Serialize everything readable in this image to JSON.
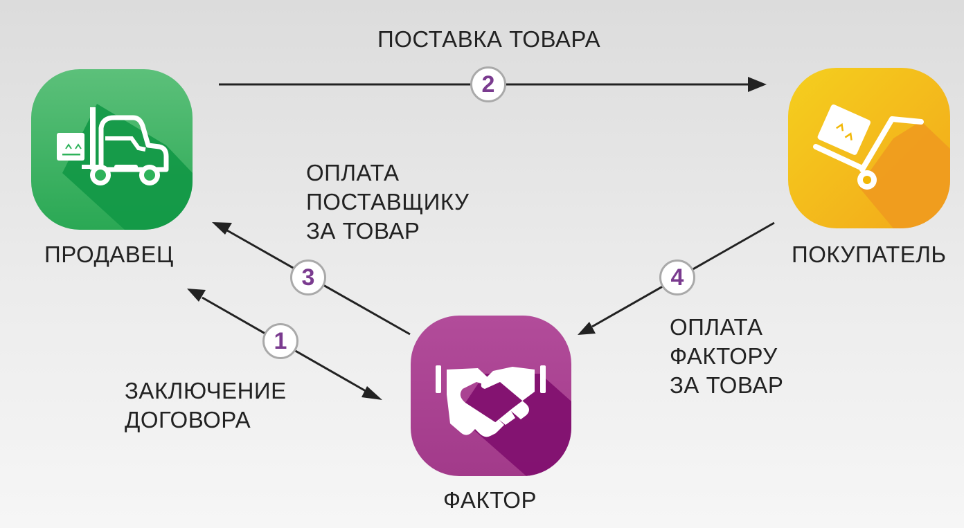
{
  "nodes": {
    "seller": {
      "label": "ПРОДАВЕЦ",
      "icon": "forklift-icon",
      "color": "#2eb25a"
    },
    "buyer": {
      "label": "ПОКУПАТЕЛЬ",
      "icon": "hand-truck-icon",
      "color": "#f2b705"
    },
    "factor": {
      "label": "ФАКТОР",
      "icon": "handshake-icon",
      "color": "#a63d8e"
    }
  },
  "steps": [
    {
      "number": "1",
      "lines": [
        "ЗАКЛЮЧЕНИЕ",
        "ДОГОВОРА"
      ]
    },
    {
      "number": "2",
      "lines": [
        "ПОСТАВКА ТОВАРА"
      ]
    },
    {
      "number": "3",
      "lines": [
        "ОПЛАТА",
        "ПОСТАВЩИКУ",
        "ЗА ТОВАР"
      ]
    },
    {
      "number": "4",
      "lines": [
        "ОПЛАТА",
        "ФАКТОРУ",
        "ЗА ТОВАР"
      ]
    }
  ],
  "colors": {
    "badge_number": "#7a3b8f",
    "arrow": "#222222"
  }
}
